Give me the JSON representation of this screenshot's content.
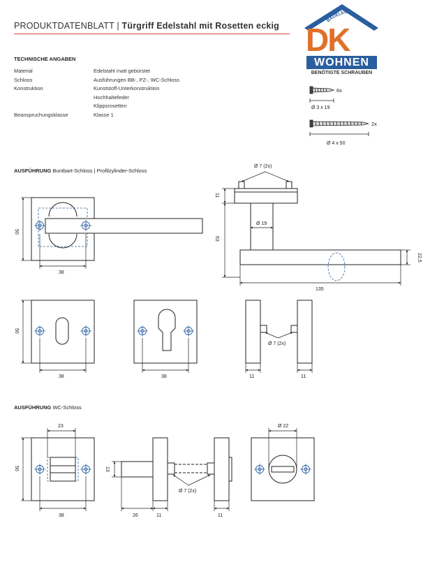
{
  "header": {
    "title_prefix": "PRODUKTDATENBLATT",
    "separator": "|",
    "title_main": "Türgriff Edelstahl mit Rosetten eckig"
  },
  "logo": {
    "letters": "DK",
    "arc_text": "BAUELEMENTE",
    "wordmark": "WOHNEN",
    "brand_colors": {
      "orange": "#e0702a",
      "blue": "#2a5e9e"
    }
  },
  "specs": {
    "heading": "TECHNISCHE ANGABEN",
    "rows": [
      {
        "label": "Material",
        "values": [
          "Edelstahl matt gebürstet"
        ]
      },
      {
        "label": "Schloss",
        "values": [
          "Ausführungen BB-, PZ-, WC-Schloss"
        ]
      },
      {
        "label": "Konstruktion",
        "values": [
          "Kunststoff-Unterkonstruktion",
          "Hochhaltefeder",
          "Klippsrosetten"
        ]
      },
      {
        "label": "Beanspruchungsklasse",
        "values": [
          "Klasse 1"
        ]
      }
    ]
  },
  "screws": {
    "heading": "BENÖTIGTE SCHRAUBEN",
    "items": [
      {
        "qty": "6x",
        "size": "Ø 3 x 19"
      },
      {
        "qty": "2x",
        "size": "Ø 4 x 50"
      }
    ]
  },
  "section1": {
    "heading": "AUSFÜHRUNG",
    "subtitle": "Buntbart-Schloss | Profilzylinder-Schloss",
    "dims": {
      "rose_height": "50",
      "screw_spacing": "38",
      "pin_dia": "Ø 7 (2x)",
      "rose_thickness": "11",
      "neck_dia": "Ø 19",
      "handle_height": "63",
      "handle_length": "135",
      "handle_bar": "22,5",
      "rose_height_2": "50",
      "spacing_bb": "38",
      "spacing_pz": "38",
      "pin_dia_2": "Ø 7 (2x)",
      "thickness_left": "11",
      "thickness_right": "11"
    }
  },
  "section2": {
    "heading": "AUSFÜHRUNG",
    "subtitle": "WC-Schloss",
    "dims": {
      "knob_width": "23",
      "rose_height": "50",
      "screw_spacing": "38",
      "knob_height": "13",
      "knob_depth": "26",
      "rose_thickness_left": "11",
      "pin_dia": "Ø 7 (2x)",
      "rose_thickness_right": "11",
      "indicator_dia": "Ø 22"
    }
  }
}
